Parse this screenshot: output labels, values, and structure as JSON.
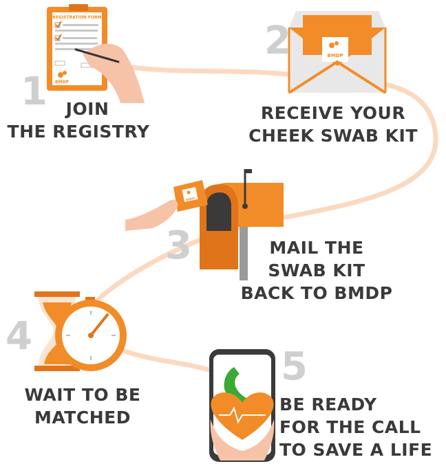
{
  "steps": [
    {
      "number": "1",
      "line1": "JOIN",
      "line2": "THE REGISTRY"
    },
    {
      "number": "2",
      "line1": "RECEIVE YOUR",
      "line2": "CHEEK SWAB KIT"
    },
    {
      "number": "3",
      "line1": "MAIL THE",
      "line2": "SWAB KIT",
      "line3": "BACK TO BMDP"
    },
    {
      "number": "4",
      "line1": "WAIT TO BE",
      "line2": "MATCHED"
    },
    {
      "number": "5",
      "line1": "BE READY",
      "line2": "FOR THE CALL",
      "line3": "TO SAVE A LIFE"
    }
  ],
  "form": {
    "title": "REGISTRATION FORM",
    "logo": "BMDP"
  },
  "envelope_logo": "BMDP",
  "mailbox_logo": "BMDP",
  "colors": {
    "orange": "#f28c28",
    "dark_orange": "#e0741a",
    "path": "#fbd9c0",
    "text": "#3a3a3a",
    "number": "#cfcfcf",
    "green": "#3aaa35",
    "skin": "#f6c3a8"
  }
}
